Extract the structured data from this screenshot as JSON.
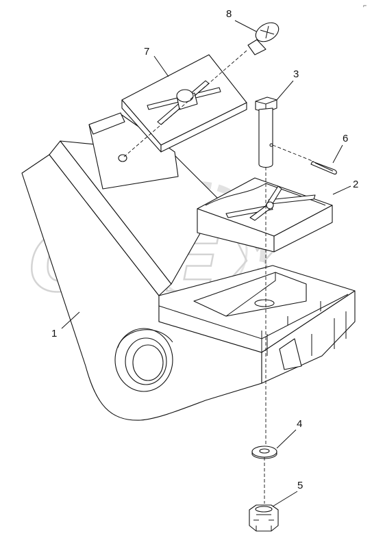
{
  "watermark": {
    "text": "OPEX"
  },
  "corner_mark": "⌐",
  "callouts": [
    {
      "id": "1",
      "text": "1"
    },
    {
      "id": "2",
      "text": "2"
    },
    {
      "id": "3",
      "text": "3"
    },
    {
      "id": "4",
      "text": "4"
    },
    {
      "id": "5",
      "text": "5"
    },
    {
      "id": "6",
      "text": "6"
    },
    {
      "id": "7",
      "text": "7"
    },
    {
      "id": "8",
      "text": "8"
    }
  ]
}
